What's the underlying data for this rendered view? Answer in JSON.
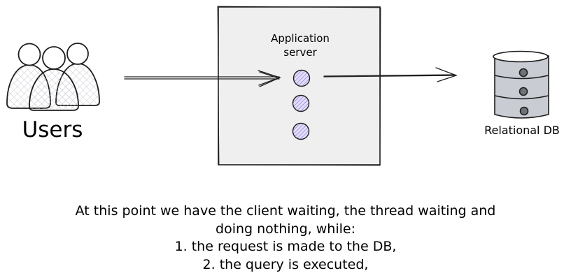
{
  "users": {
    "label": "Users"
  },
  "server": {
    "title_line1": "Application",
    "title_line2": "server",
    "thread_count": 3
  },
  "database": {
    "label": "Relational DB"
  },
  "caption": {
    "lines": [
      "At this point we have the client waiting, the thread waiting and",
      "doing nothing, while:",
      "1. the request is made to the DB,",
      "2. the query is executed,"
    ]
  },
  "colors": {
    "server_fill": "#efefef",
    "thread_fill": "#cfc4f0",
    "db_fill": "#c9ccd3",
    "users_hatch": "#c8ccd2"
  }
}
